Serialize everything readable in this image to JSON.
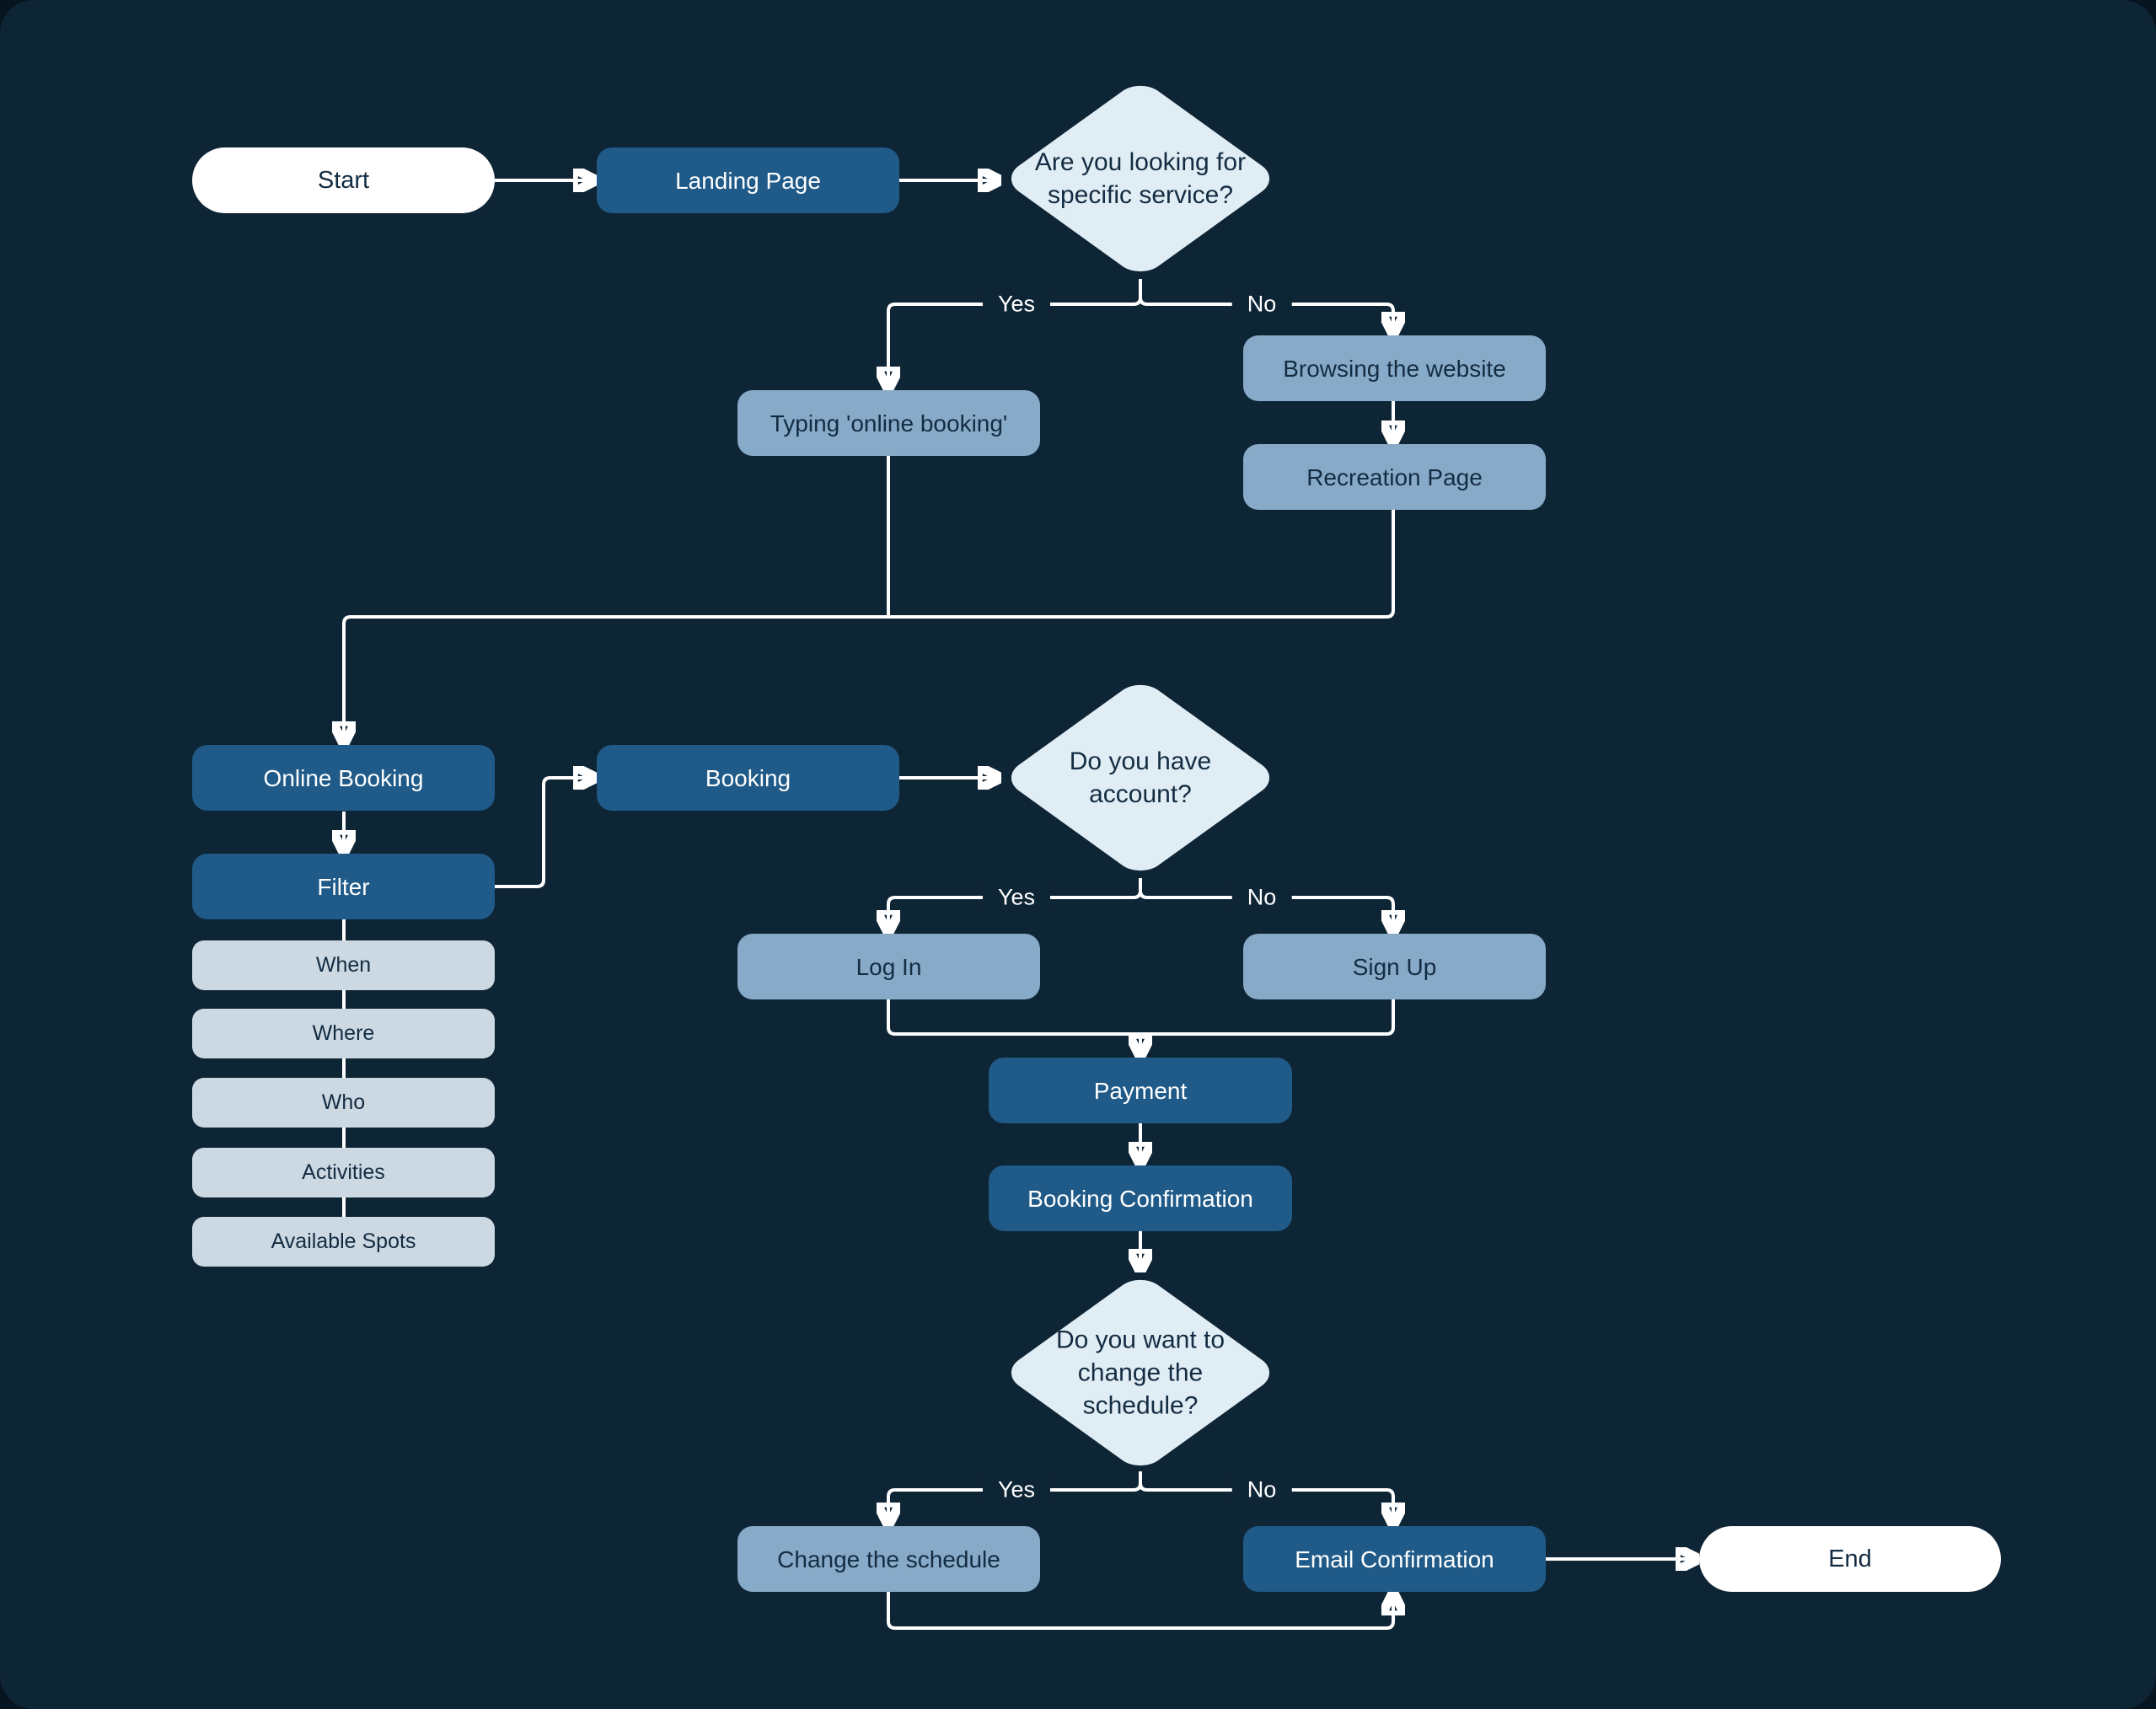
{
  "colors": {
    "background": "#0e2536",
    "node_primary": "#1f5a88",
    "node_secondary": "#87aac8",
    "node_light": "#ccd8e2",
    "node_decision": "#e1edf4",
    "node_terminal": "#ffffff",
    "connector": "#ffffff",
    "text_dark": "#132c42",
    "text_light": "#ffffff"
  },
  "flowchart": {
    "nodes": {
      "start": "Start",
      "landing_page": "Landing Page",
      "q_specific_service": "Are you looking for specific service?",
      "typing_online_booking": "Typing 'online booking'",
      "browsing_website": "Browsing the website",
      "recreation_page": "Recreation Page",
      "online_booking": "Online Booking",
      "booking": "Booking",
      "q_have_account": "Do you have account?",
      "filter": "Filter",
      "log_in": "Log In",
      "sign_up": "Sign Up",
      "payment": "Payment",
      "booking_confirmation": "Booking Confirmation",
      "q_change_schedule": "Do you want to change the schedule?",
      "change_schedule": "Change the schedule",
      "email_confirmation": "Email Confirmation",
      "end": "End"
    },
    "filter_options": [
      "When",
      "Where",
      "Who",
      "Activities",
      "Available Spots"
    ],
    "branch_labels": {
      "yes": "Yes",
      "no": "No"
    }
  }
}
